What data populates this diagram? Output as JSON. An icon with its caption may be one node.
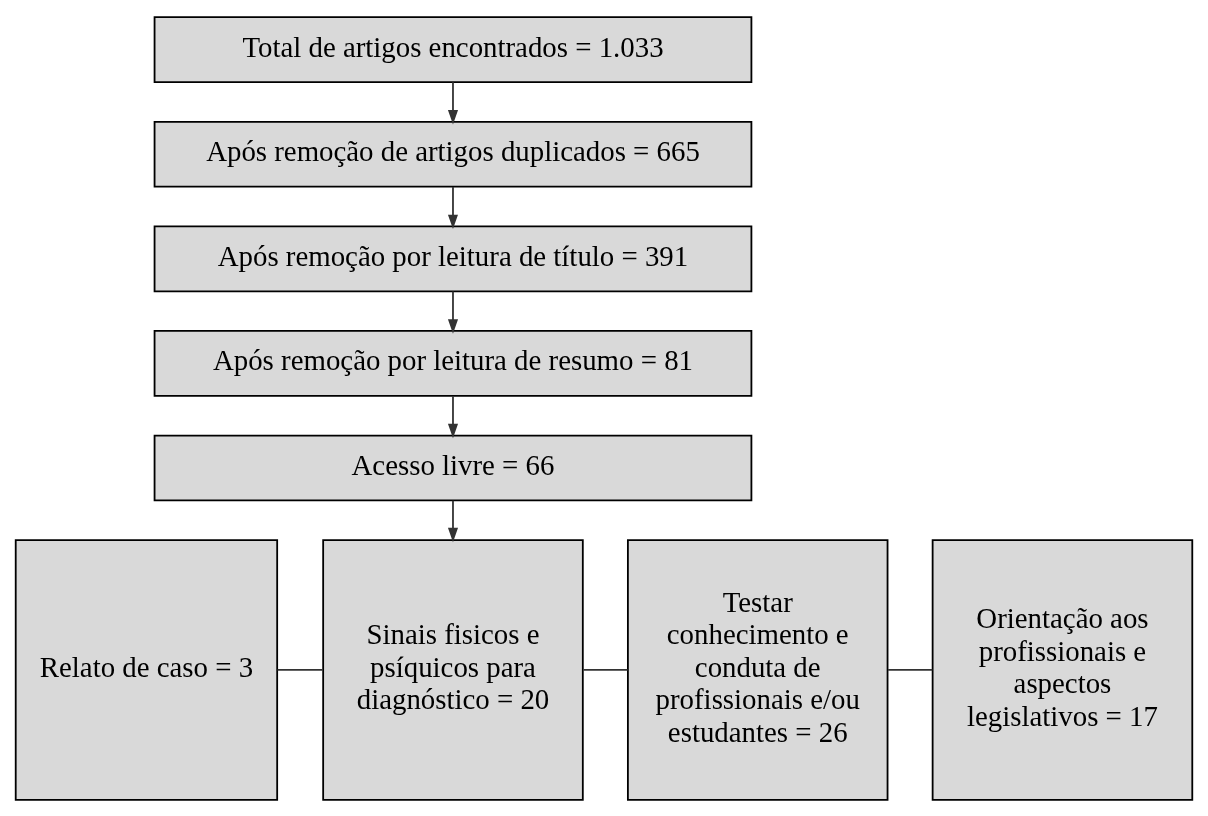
{
  "diagram": {
    "nodes": [
      {
        "text": [
          "Total de artigos encontrados = 1.033"
        ]
      },
      {
        "text": [
          "Após remoção de artigos duplicados = 665"
        ]
      },
      {
        "text": [
          "Após remoção por leitura de título = 391"
        ]
      },
      {
        "text": [
          "Após remoção por leitura de resumo = 81"
        ]
      },
      {
        "text": [
          "Acesso livre = 66"
        ]
      },
      {
        "text": [
          "Relato de caso = 3"
        ]
      },
      {
        "text": [
          "Sinais fisicos e psíquicos para diagnóstico = 20"
        ]
      },
      {
        "text": [
          "Testar conhecimento e conduta de profissionais e/ou estudantes = 26"
        ]
      },
      {
        "text": [
          "Orientação aos profissionais e aspectos legislativos = 17"
        ]
      }
    ],
    "edges": [
      {
        "from": 0,
        "to": 1,
        "arrow": "to"
      },
      {
        "from": 1,
        "to": 2,
        "arrow": "to"
      },
      {
        "from": 2,
        "to": 3,
        "arrow": "to"
      },
      {
        "from": 3,
        "to": 4,
        "arrow": "to"
      },
      {
        "from": 4,
        "to": 6,
        "arrow": "to"
      },
      {
        "from": 5,
        "to": 6,
        "arrow": "none"
      },
      {
        "from": 6,
        "to": 7,
        "arrow": "none"
      },
      {
        "from": 7,
        "to": 8,
        "arrow": "none"
      }
    ]
  }
}
